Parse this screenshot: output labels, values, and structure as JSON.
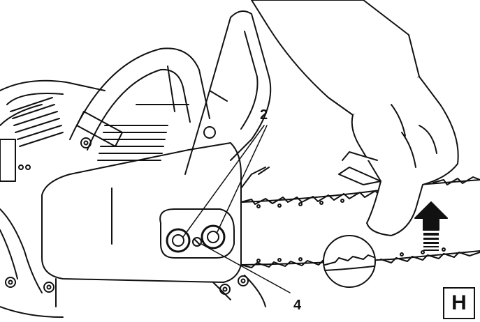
{
  "figure": {
    "letter": "H",
    "callouts": [
      {
        "id": "bar-nuts",
        "label": "2"
      },
      {
        "id": "tension-screw",
        "label": "4"
      }
    ]
  },
  "colors": {
    "line": "#111111",
    "background": "#ffffff"
  },
  "icons": [
    "chainsaw-illustration",
    "gloved-hand",
    "up-arrow",
    "chain-detail-magnifier"
  ]
}
